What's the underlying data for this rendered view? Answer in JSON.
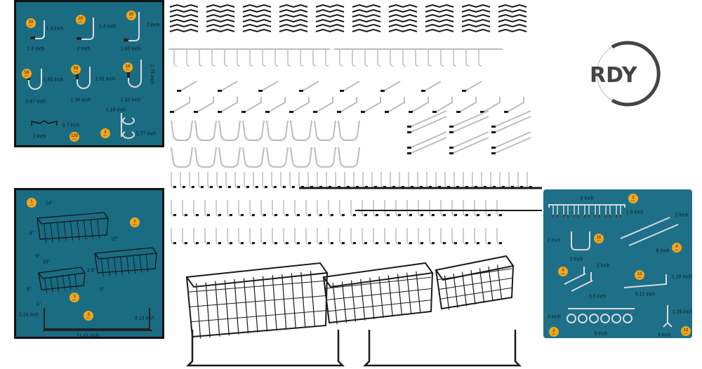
{
  "brand": {
    "logo_text": "RDY",
    "color": "#444444"
  },
  "colors": {
    "panel": "#1a6c82",
    "badge": "#f2a81d",
    "hook": "#c9ccd0",
    "wire": "#1a1a1a"
  },
  "badge_unit": "pcs",
  "hooks_panel": {
    "labels": [
      "1.4 inch",
      "1.6 inch",
      "2 inch",
      "1.4 inch",
      "2 inch",
      "1.65 inch",
      "1.93 inch",
      "0.87 inch",
      "2.01 inch",
      "1.36 inch",
      "2.75 inch",
      "1.32 inch",
      "0.7 inch",
      "2 inch",
      "1.18 inch",
      "1.77 inch"
    ],
    "badges": [
      "20",
      "20",
      "20",
      "58",
      "58",
      "18",
      "120",
      "4"
    ]
  },
  "baskets_panel": {
    "labels": [
      "14''",
      "4''",
      "6''",
      "12''",
      "10''",
      "3.5''",
      "3''",
      "5''",
      "4''",
      "2.24 inch",
      "4.13 inch",
      "11.41 inch"
    ],
    "badges": [
      "1",
      "1",
      "1",
      "2"
    ]
  },
  "accessories_panel": {
    "labels": [
      "9 inch",
      "1.8 inch",
      "2 inch",
      "2 inch",
      "2 inch",
      "6 inch",
      "2 inch",
      "3.5 inch",
      "1.18 inch",
      "5.12 inch",
      "3 inch",
      "9 inch",
      "1.18 inch",
      "3 inch"
    ],
    "badges": [
      "2",
      "16",
      "4",
      "4",
      "12",
      "2",
      "12"
    ]
  }
}
